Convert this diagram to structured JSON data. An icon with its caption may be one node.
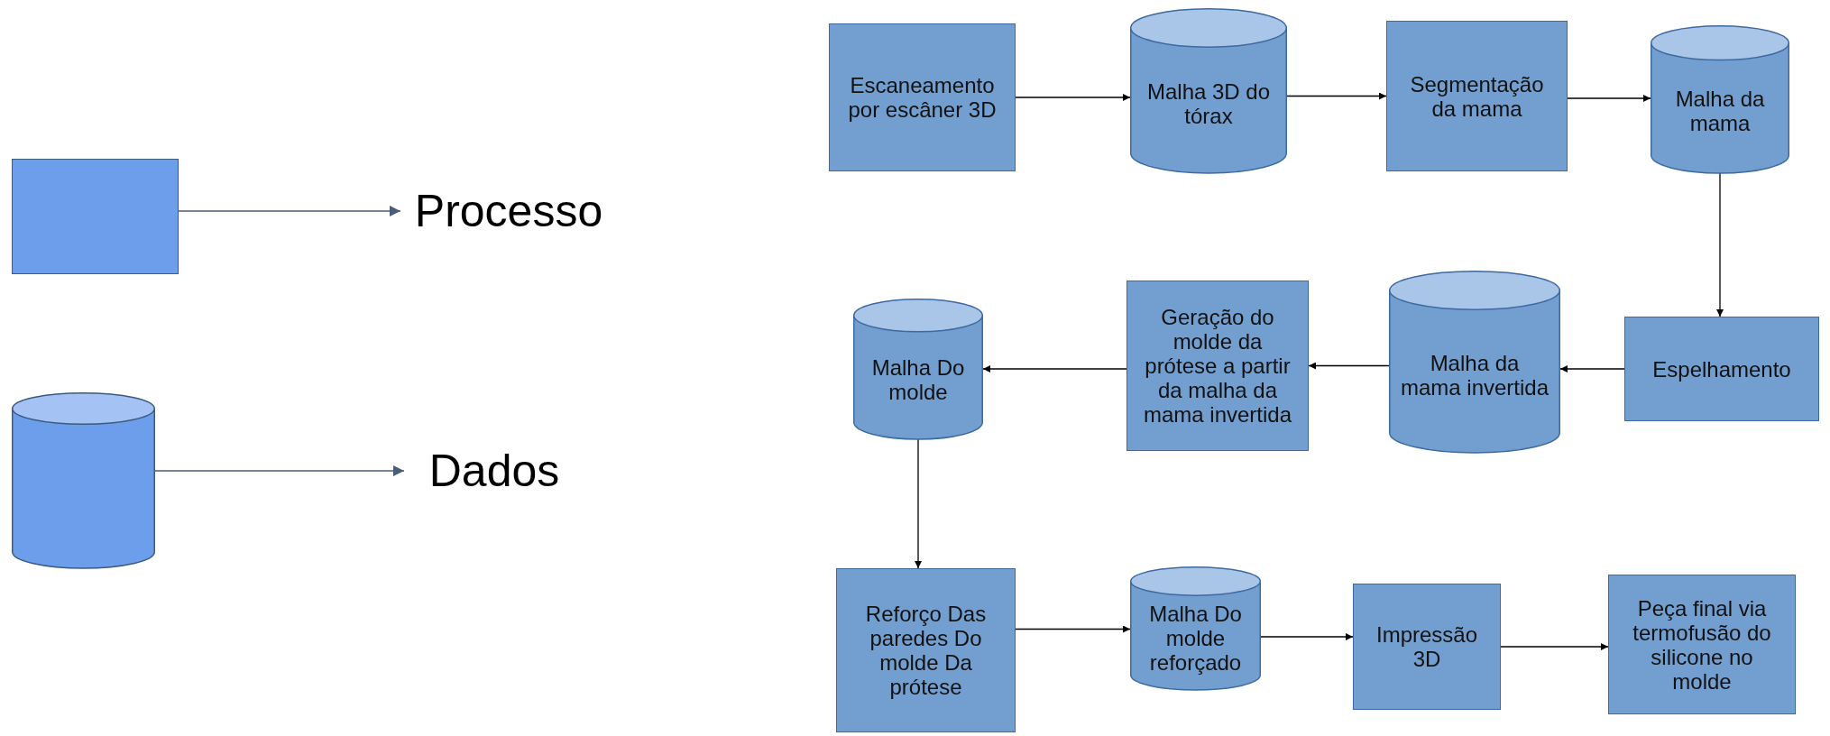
{
  "diagram": {
    "nodes": [
      {
        "text": [
          "Escaneamento por escâner 3D"
        ]
      },
      {
        "text": [
          "Malha 3D do tórax"
        ]
      },
      {
        "text": [
          "Segmentação da mama"
        ]
      },
      {
        "text": [
          "Malha da mama"
        ]
      },
      {
        "text": [
          "Espelhamento"
        ]
      },
      {
        "text": [
          "Malha da mama invertida"
        ]
      },
      {
        "text": [
          "Geração do molde da prótese a partir da malha da mama invertida"
        ]
      },
      {
        "text": [
          "Malha Do molde"
        ]
      },
      {
        "text": [
          "Reforço Das paredes Do molde Da prótese"
        ]
      },
      {
        "text": [
          "Malha Do molde reforçado"
        ]
      },
      {
        "text": [
          "Impressão 3D"
        ]
      },
      {
        "text": [
          "Peça final via termofusão do silicone no molde"
        ]
      },
      {
        "text": [],
        "shape": "box"
      },
      {
        "text": [
          "Processo"
        ]
      },
      {
        "text": [],
        "shape": "cylinder"
      },
      {
        "text": [
          "Dados"
        ]
      }
    ],
    "edges": [
      {
        "from": 0,
        "to": 1,
        "arrow": "to"
      },
      {
        "from": 1,
        "to": 2,
        "arrow": "to"
      },
      {
        "from": 2,
        "to": 3,
        "arrow": "to"
      },
      {
        "from": 3,
        "to": 4,
        "arrow": "to"
      },
      {
        "from": 4,
        "to": 5,
        "arrow": "to"
      },
      {
        "from": 5,
        "to": 6,
        "arrow": "to"
      },
      {
        "from": 6,
        "to": 7,
        "arrow": "to"
      },
      {
        "from": 7,
        "to": 8,
        "arrow": "to"
      },
      {
        "from": 8,
        "to": 9,
        "arrow": "to"
      },
      {
        "from": 9,
        "to": 10,
        "arrow": "to"
      },
      {
        "from": 10,
        "to": 11,
        "arrow": "to"
      },
      {
        "from": 12,
        "to": 13,
        "arrow": "to",
        "color": "#4a5d78"
      },
      {
        "from": 14,
        "to": 15,
        "arrow": "to",
        "color": "#4a5d78"
      }
    ]
  }
}
